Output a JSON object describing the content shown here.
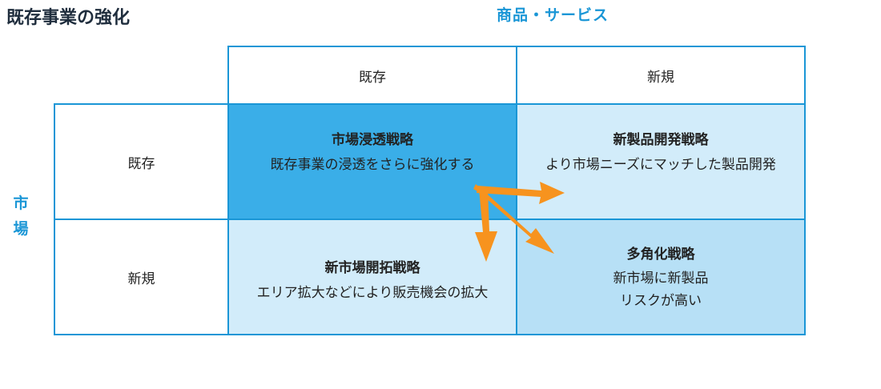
{
  "title": "既存事業の強化",
  "axes": {
    "x_label": "商品・サービス",
    "y_label": "市場"
  },
  "columns": [
    "既存",
    "新規"
  ],
  "rows": [
    "既存",
    "新規"
  ],
  "matrix": {
    "market_penetration": {
      "title": "市場浸透戦略",
      "desc": "既存事業の浸透をさらに強化する"
    },
    "product_development": {
      "title": "新製品開発戦略",
      "desc": "より市場ニーズにマッチした製品開発"
    },
    "market_development": {
      "title": "新市場開拓戦略",
      "desc": "エリア拡大などにより販売機会の拡大"
    },
    "diversification": {
      "title": "多角化戦略",
      "desc_line1": "新市場に新製品",
      "desc_line2": "リスクが高い"
    }
  },
  "colors": {
    "border": "#1a96d6",
    "highlight": "#3aaee8",
    "light": "#d2ecfa",
    "diversify": "#b7e0f6",
    "arrow": "#f7931e"
  }
}
